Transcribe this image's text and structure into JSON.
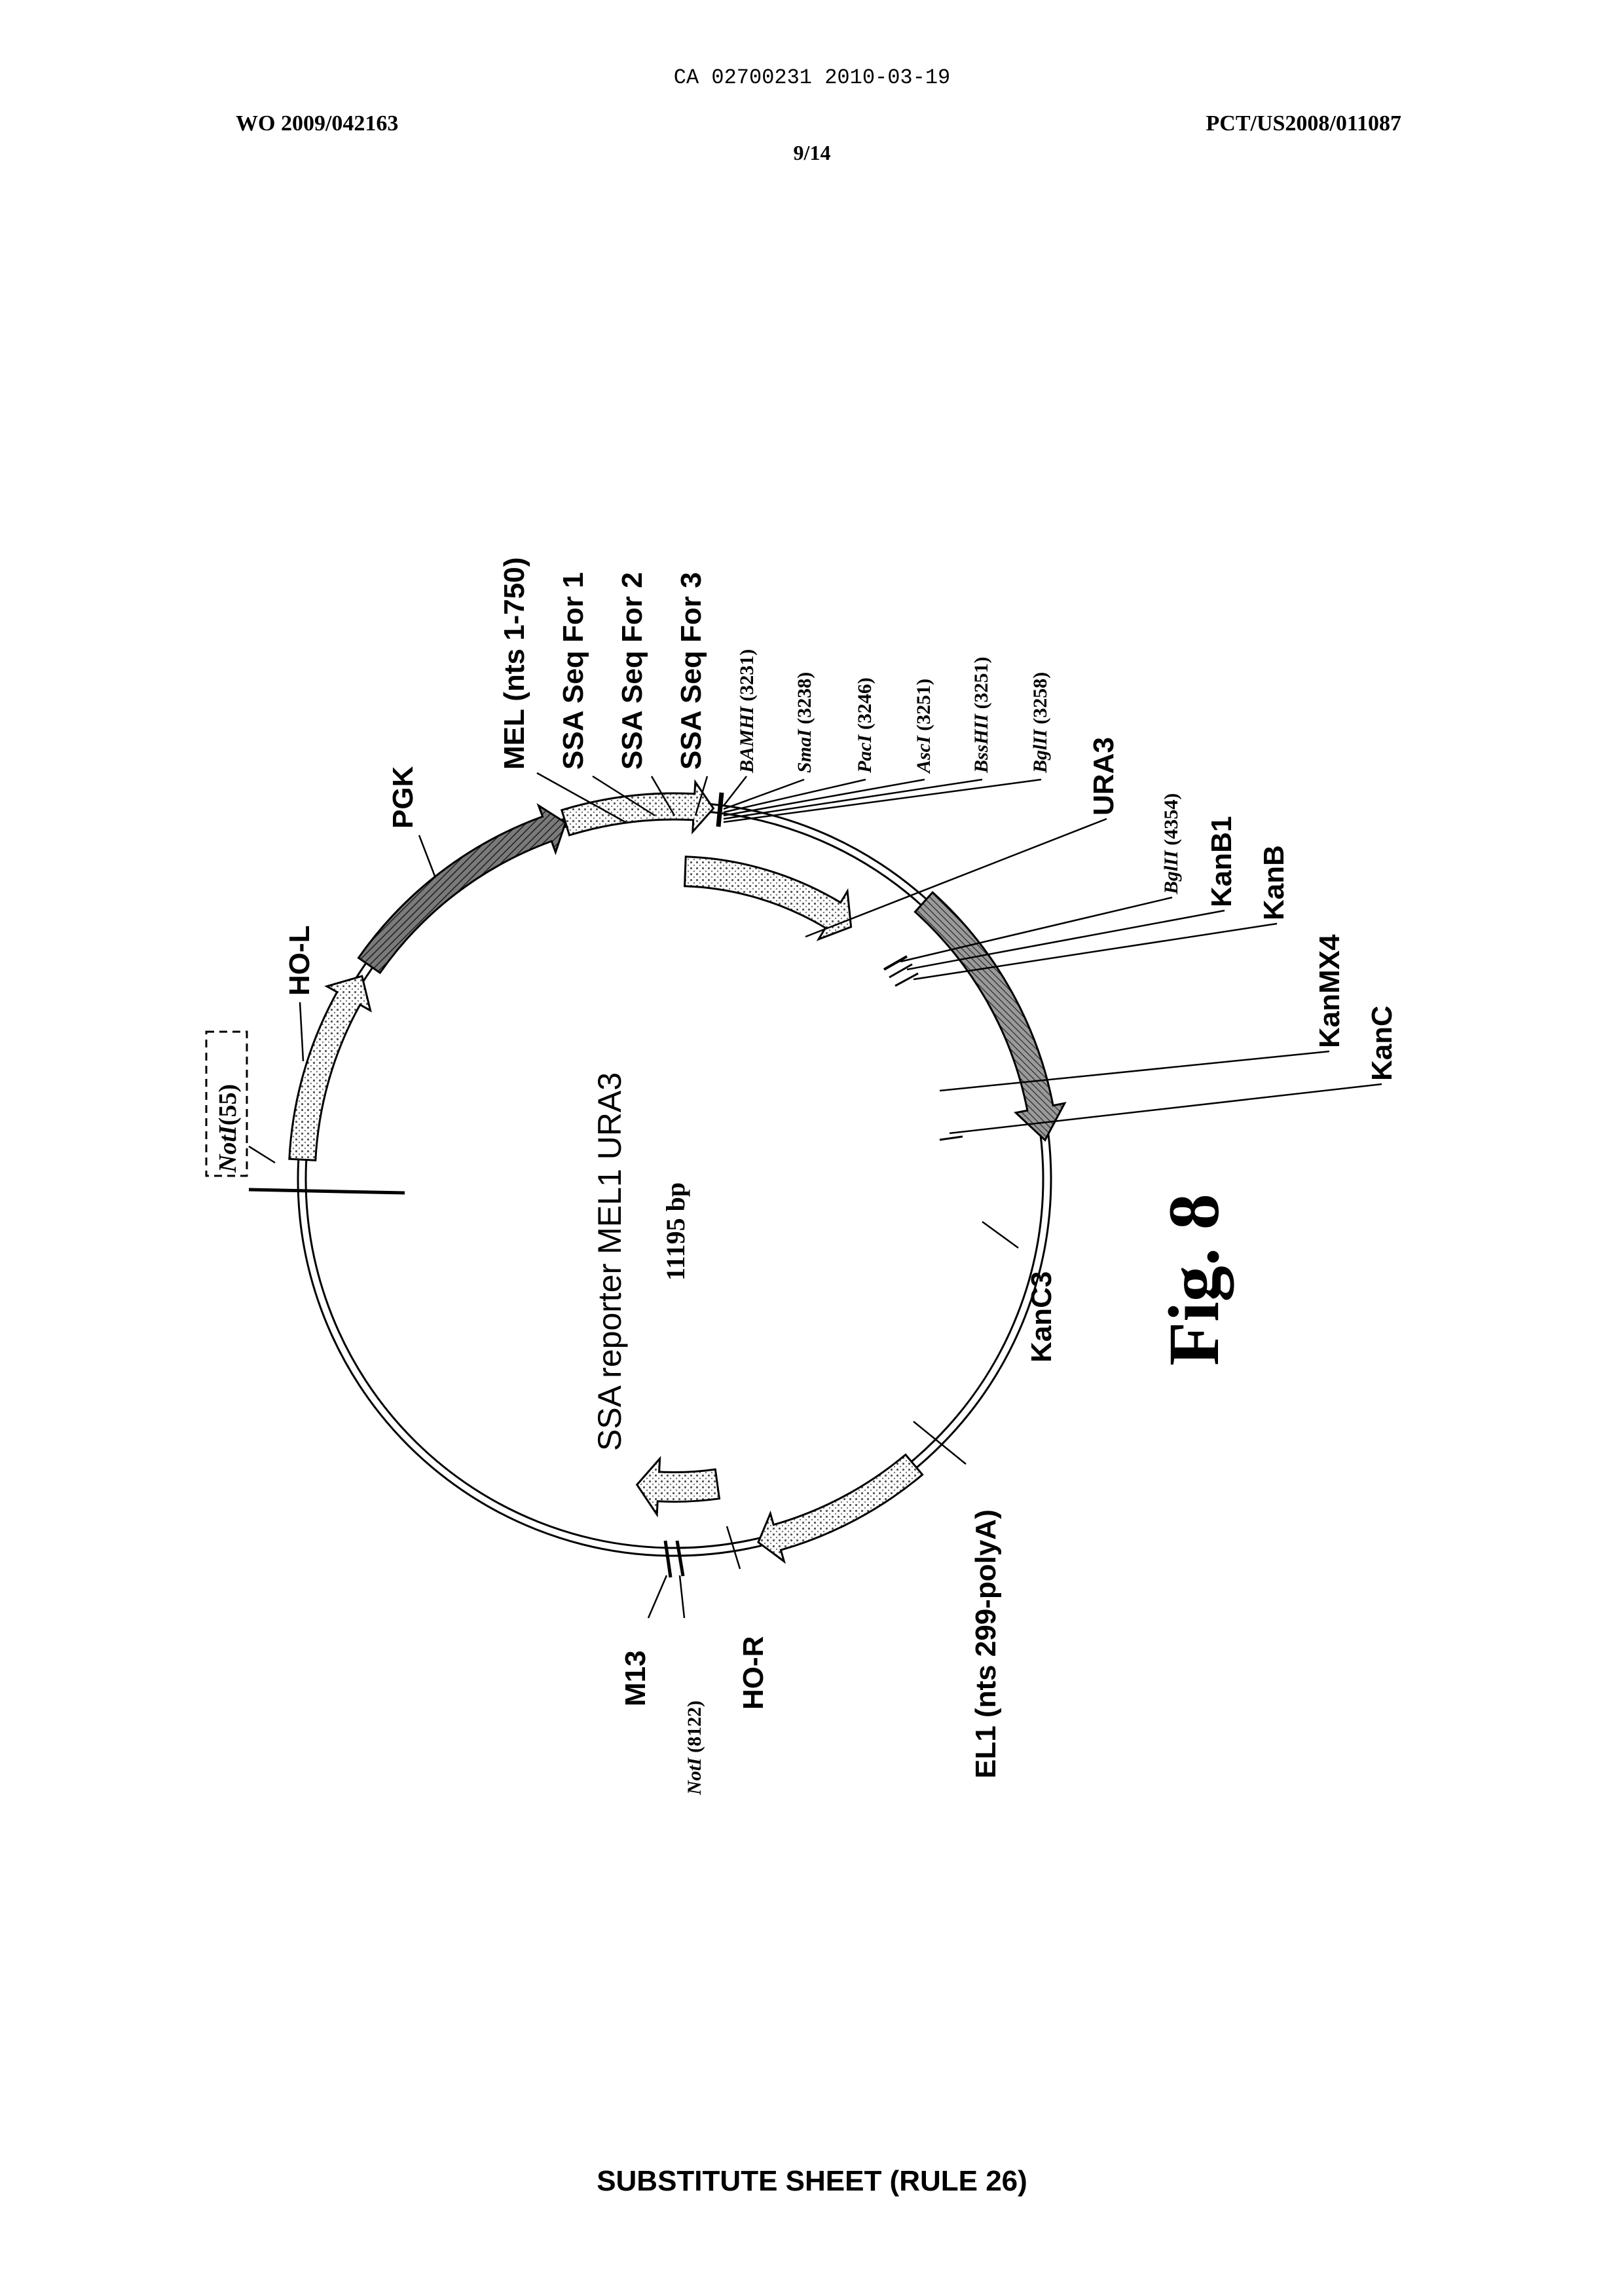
{
  "header": {
    "ca_number": "CA 02700231 2010-03-19",
    "publication_number": "WO 2009/042163",
    "pct_number": "PCT/US2008/011087",
    "sheet_number": "9/14"
  },
  "footer": "SUBSTITUTE SHEET (RULE 26)",
  "plasmid": {
    "name": "SSA reporter MEL1 URA3",
    "size": "11195 bp"
  },
  "figure_label": "Fig. 8",
  "labels": {
    "hol": "HO-L",
    "pgk": "PGK",
    "mel": "MEL (nts 1-750)",
    "ssa1": "SSA Seq For 1",
    "ssa2": "SSA Seq For 2",
    "ssa3": "SSA Seq For 3",
    "ura3": "URA3",
    "kanb1": "KanB1",
    "kanb": "KanB",
    "kanmx4": "KanMX4",
    "kanc": "KanC",
    "kanc3": "KanC3",
    "el1": "EL1 (nts 299-polyA)",
    "hor": "HO-R",
    "m13": "M13"
  },
  "restriction_sites": {
    "noti55": {
      "name": "NotI",
      "pos": "(55)"
    },
    "bamhi": {
      "name": "BAMHI",
      "pos": "(3231)"
    },
    "smai": {
      "name": "SmaI",
      "pos": "(3238)"
    },
    "paci": {
      "name": "PacI",
      "pos": "(3246)"
    },
    "asci": {
      "name": "AscI",
      "pos": "(3251)"
    },
    "bsshii": {
      "name": "BssHII",
      "pos": "(3251)"
    },
    "bglii1": {
      "name": "BglII",
      "pos": "(3258)"
    },
    "bglii2": {
      "name": "BglII",
      "pos": "(4354)"
    },
    "noti8122": {
      "name": "NotI",
      "pos": "(8122)"
    }
  }
}
